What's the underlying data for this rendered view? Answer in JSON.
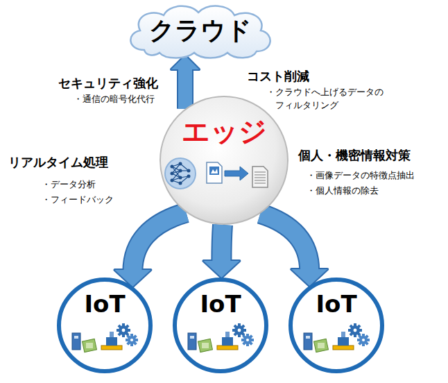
{
  "diagram": {
    "nodes": [
      {
        "text": [
          "クラウド"
        ]
      },
      {
        "text": [
          "エッジ"
        ]
      },
      {
        "text": [
          "IoT"
        ]
      },
      {
        "text": [
          "IoT"
        ]
      },
      {
        "text": [
          "IoT"
        ]
      }
    ],
    "edges": [
      {
        "from": 1,
        "to": 0,
        "arrow": "to"
      },
      {
        "from": 1,
        "to": 2,
        "arrow": "to"
      },
      {
        "from": 1,
        "to": 3,
        "arrow": "to"
      },
      {
        "from": 1,
        "to": 4,
        "arrow": "to"
      }
    ],
    "labels": [
      "セキュリティ強化",
      "・通信の暗号化代行",
      "コスト削減",
      "・クラウドへ上げるデータの フィルタリング",
      "リアルタイム処理",
      "・データ分析",
      "・フィードバック",
      "個人・機密情報対策",
      "・画像データの特徴点抽出",
      "・個人情報の除去"
    ]
  }
}
